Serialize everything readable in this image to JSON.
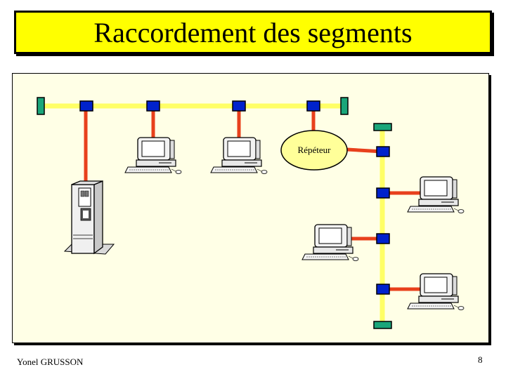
{
  "slide": {
    "title": "Raccordement des segments",
    "repeater_label": "Répéteur",
    "author": "Yonel GRUSSON",
    "page_number": "8"
  },
  "colors": {
    "title_background": "#ffff00",
    "frame_background": "#ffffe6",
    "bus_cable": "#ffff66",
    "drop_cable": "#e8401c",
    "connector": "#0022cc",
    "terminator": "#1aa67a",
    "repeater_fill": "#ffff99"
  }
}
